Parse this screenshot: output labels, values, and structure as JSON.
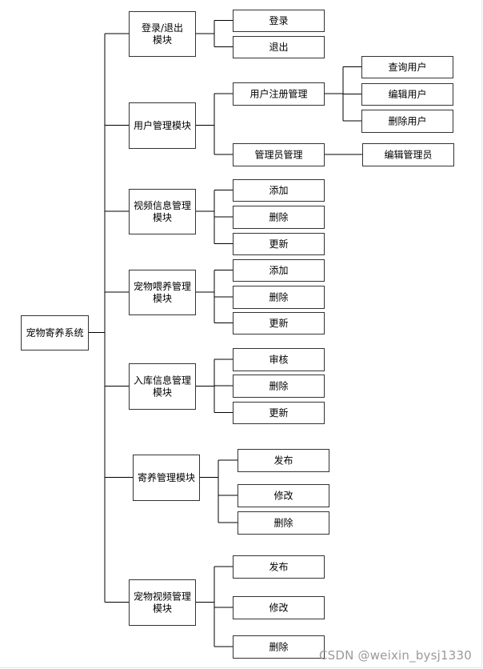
{
  "root": {
    "id": "root",
    "label": "宠物寄养系统"
  },
  "modules": [
    {
      "id": "m1",
      "label": "登录/退出模块",
      "children": [
        {
          "id": "m1c1",
          "label": "登录"
        },
        {
          "id": "m1c2",
          "label": "退出"
        }
      ]
    },
    {
      "id": "m2",
      "label": "用户管理模块",
      "children": [
        {
          "id": "m2c1",
          "label": "用户注册管理",
          "children": [
            {
              "id": "m2c1a",
              "label": "查询用户"
            },
            {
              "id": "m2c1b",
              "label": "编辑用户"
            },
            {
              "id": "m2c1c",
              "label": "删除用户"
            }
          ]
        },
        {
          "id": "m2c2",
          "label": "管理员管理",
          "children": [
            {
              "id": "m2c2a",
              "label": "编辑管理员"
            }
          ]
        }
      ]
    },
    {
      "id": "m3",
      "label": "视频信息管理模块",
      "children": [
        {
          "id": "m3c1",
          "label": "添加"
        },
        {
          "id": "m3c2",
          "label": "删除"
        },
        {
          "id": "m3c3",
          "label": "更新"
        }
      ]
    },
    {
      "id": "m4",
      "label": "宠物喂养管理模块",
      "children": [
        {
          "id": "m4c1",
          "label": "添加"
        },
        {
          "id": "m4c2",
          "label": "删除"
        },
        {
          "id": "m4c3",
          "label": "更新"
        }
      ]
    },
    {
      "id": "m5",
      "label": "入库信息管理模块",
      "children": [
        {
          "id": "m5c1",
          "label": "审核"
        },
        {
          "id": "m5c2",
          "label": "删除"
        },
        {
          "id": "m5c3",
          "label": "更新"
        }
      ]
    },
    {
      "id": "m6",
      "label": "寄养管理模块",
      "children": [
        {
          "id": "m6c1",
          "label": "发布"
        },
        {
          "id": "m6c2",
          "label": "修改"
        },
        {
          "id": "m6c3",
          "label": "删除"
        }
      ]
    },
    {
      "id": "m7",
      "label": "宠物视频管理模块",
      "children": [
        {
          "id": "m7c1",
          "label": "发布"
        },
        {
          "id": "m7c2",
          "label": "修改"
        },
        {
          "id": "m7c3",
          "label": "删除"
        }
      ]
    }
  ],
  "watermark": "CSDN @weixin_bysj1330"
}
